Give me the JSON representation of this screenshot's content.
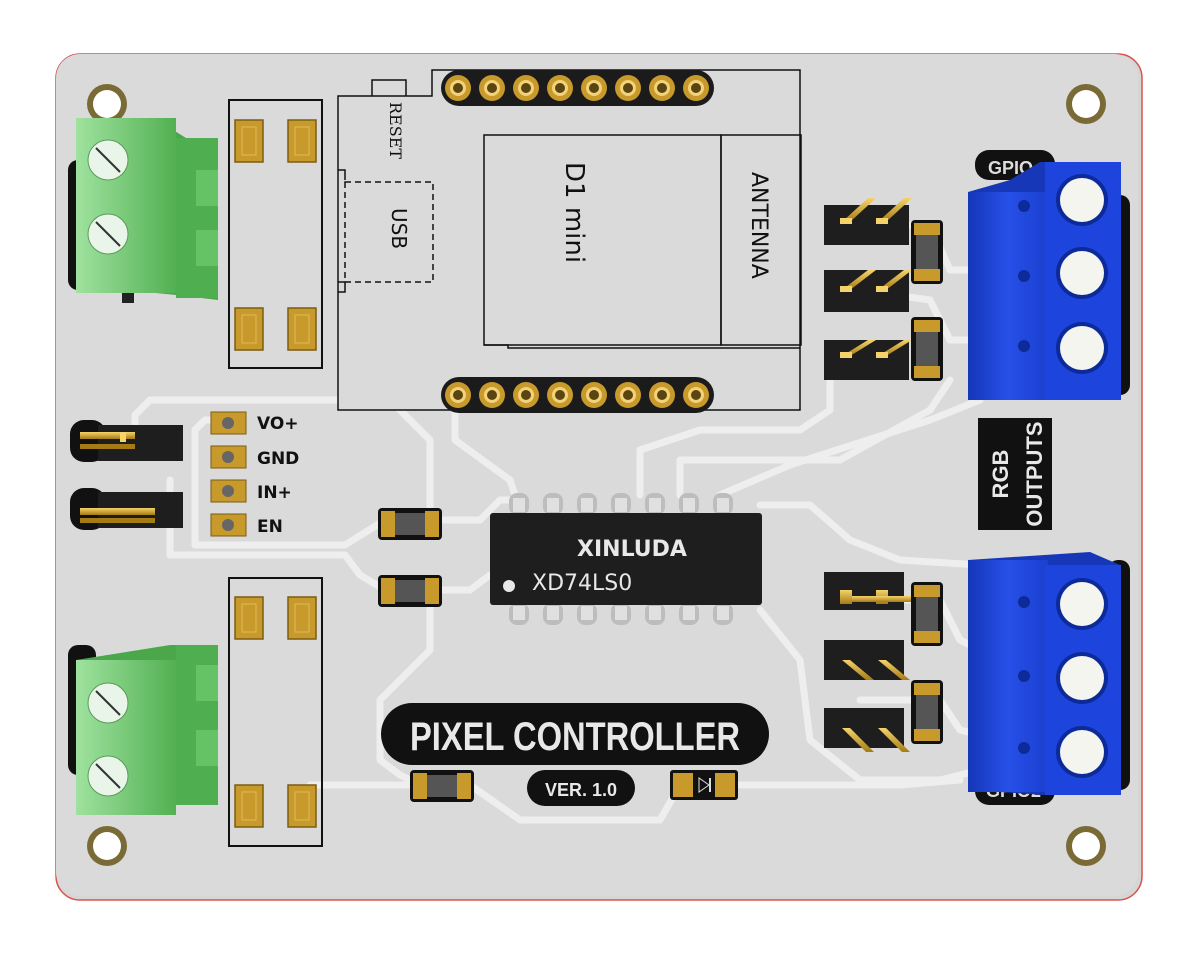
{
  "board": {
    "title": "PIXEL CONTROLLER",
    "version": "VER. 1.0",
    "outputs_label_line1": "RGB",
    "outputs_label_line2": "OUTPUTS",
    "gpio_top_label": "GPIO",
    "gpio_bottom_label": "GPIO2"
  },
  "module": {
    "name": "D1 mini",
    "reset_label": "RESET",
    "usb_label": "USB",
    "antenna_label": "ANTENNA"
  },
  "chip": {
    "brand": "XINLUDA",
    "part": "XD74LS0"
  },
  "regulator_pins": [
    "VO+",
    "GND",
    "IN+",
    "EN"
  ],
  "colors": {
    "board": "#d9d9d9",
    "trace": "#efefef",
    "silkscreen": "#111111",
    "pad": "#c89a2c",
    "terminal_green": "#5cb85c",
    "terminal_blue": "#1a3fd0",
    "chip_body": "#1e1e1e",
    "board_edge": "#d9534f"
  }
}
